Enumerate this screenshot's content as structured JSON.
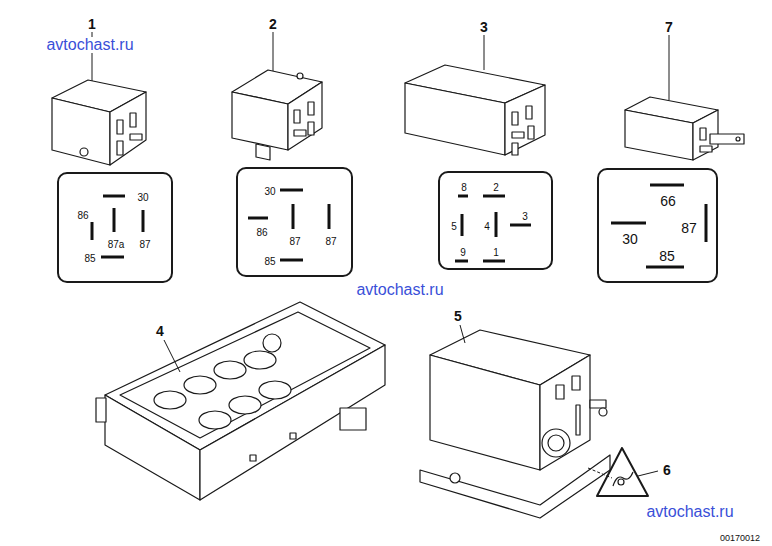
{
  "diagram": {
    "nodes": [
      {
        "text": [
          "30",
          "86",
          "87a",
          "87",
          "85"
        ]
      },
      {
        "text": [
          "30",
          "86",
          "87",
          "87",
          "85"
        ]
      },
      {
        "text": [
          "8",
          "2",
          "5",
          "4",
          "3",
          "9",
          "1"
        ]
      },
      {
        "text": [
          "66",
          "30",
          "87",
          "85"
        ]
      }
    ],
    "labels": [
      "avtochast.ru",
      "1",
      "2",
      "3",
      "7",
      "avtochast.ru",
      "4",
      "5",
      "6",
      "avtochast.ru",
      "00170012"
    ]
  }
}
